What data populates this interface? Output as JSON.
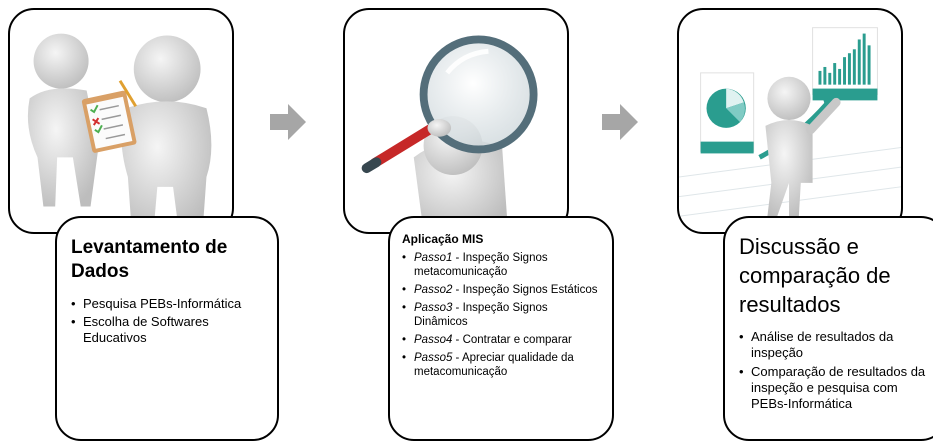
{
  "steps": [
    {
      "title": "Levantamento de Dados",
      "items": [
        "Pesquisa PEBs-Informática",
        "Escolha de Softwares Educativos"
      ]
    },
    {
      "title": "Aplicação MIS",
      "items": [
        {
          "label": "Passo1",
          "text": " - Inspeção Signos metacomunicação"
        },
        {
          "label": "Passo2",
          "text": " - Inspeção Signos Estáticos"
        },
        {
          "label": "Passo3",
          "text": " - Inspeção Signos Dinâmicos"
        },
        {
          "label": "Passo4",
          "text": " - Contratar e comparar"
        },
        {
          "label": "Passo5",
          "text": " - Apreciar qualidade da metacomunicação"
        }
      ]
    },
    {
      "title": "Discussão e comparação de resultados",
      "items": [
        "Análise de resultados da inspeção",
        "Comparação de resultados da inspeção e pesquisa com PEBs-Informática"
      ]
    }
  ],
  "icons": {
    "step1": "people-with-checklist-illustration",
    "step2": "person-with-magnifying-glass-illustration",
    "step3": "person-presenting-charts-illustration",
    "arrow": "right-arrow-icon"
  },
  "colors": {
    "teal": "#2a9d8f",
    "grey": "#a6a6a6",
    "red": "#c62828"
  }
}
